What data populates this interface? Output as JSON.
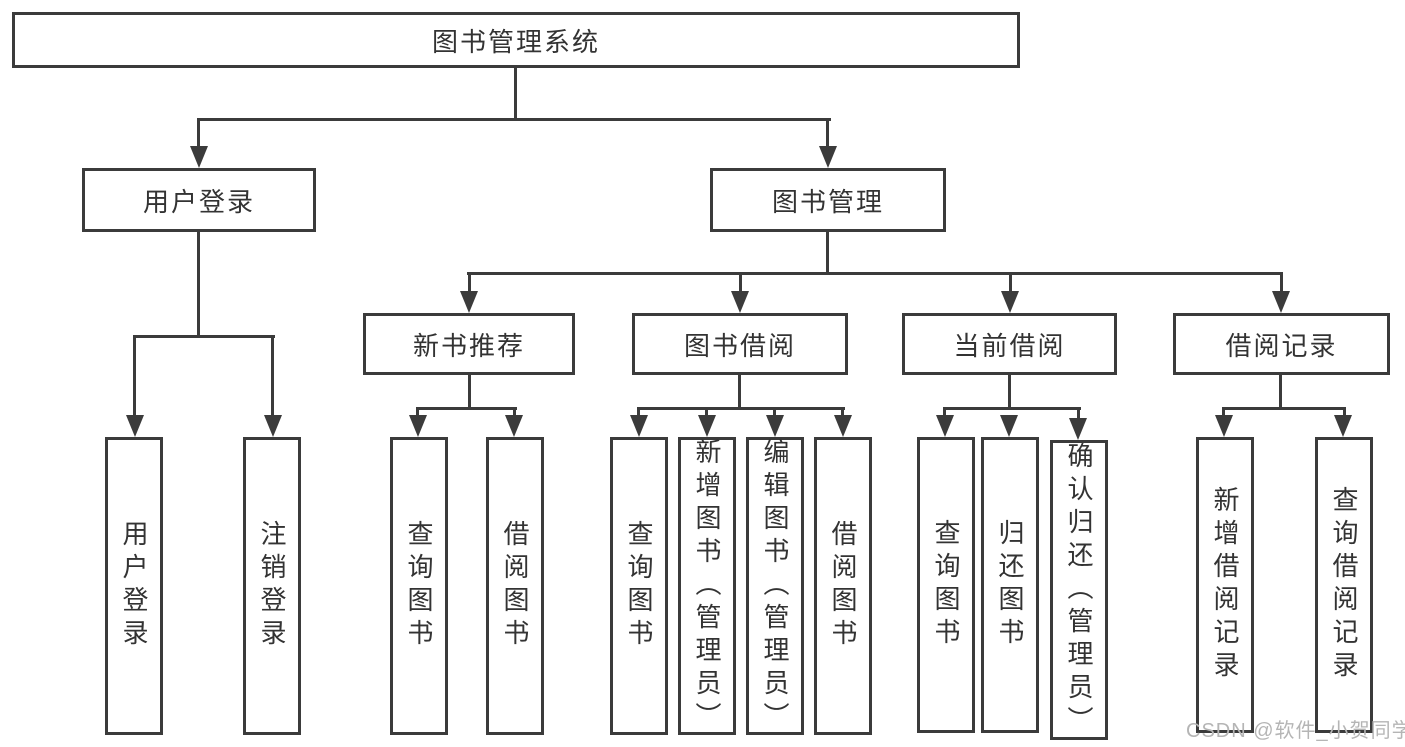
{
  "diagram": {
    "root": {
      "label": "图书管理系统"
    },
    "level2": [
      {
        "label": "用户登录"
      },
      {
        "label": "图书管理"
      }
    ],
    "level3": [
      {
        "label": "新书推荐"
      },
      {
        "label": "图书借阅"
      },
      {
        "label": "当前借阅"
      },
      {
        "label": "借阅记录"
      }
    ],
    "leaves": {
      "user_login": [
        "用户登录",
        "注销登录"
      ],
      "new_book": [
        "查询图书",
        "借阅图书"
      ],
      "borrow": [
        "查询图书",
        "新增图书（管理员）",
        "编辑图书（管理员）",
        "借阅图书"
      ],
      "current": [
        "查询图书",
        "归还图书",
        "确认归还（管理员）"
      ],
      "records": [
        "新增借阅记录",
        "查询借阅记录"
      ]
    }
  },
  "watermark": {
    "text": "CSDN @软件_小贺同学"
  },
  "colors": {
    "line": "#3b3b3b",
    "text": "#333333",
    "background": "#ffffff",
    "watermark": "#b5b5b5"
  }
}
